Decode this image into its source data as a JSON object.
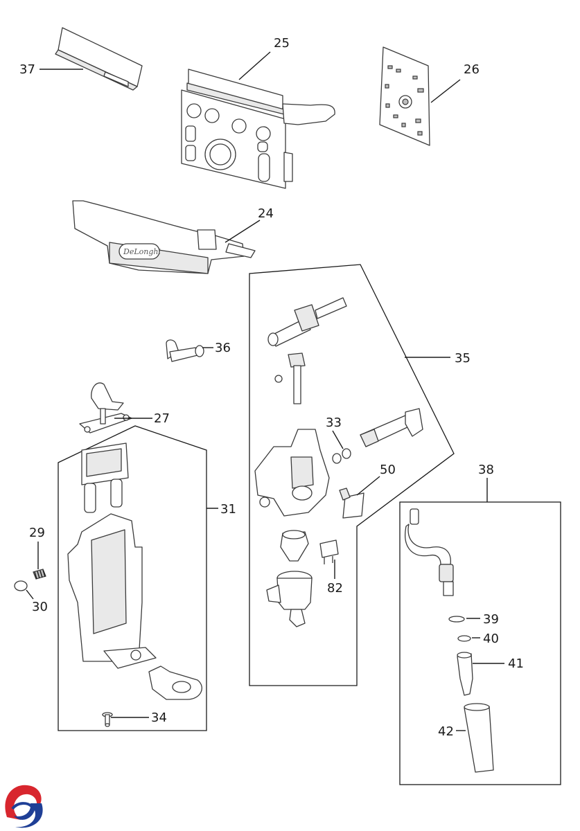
{
  "brand_text": "DeLonghi",
  "logo_colors": {
    "red": "#d8262e",
    "blue": "#1f3f96"
  },
  "labels": {
    "p37": "37",
    "p25": "25",
    "p26": "26",
    "p24": "24",
    "p35": "35",
    "p36": "36",
    "p27": "27",
    "p33": "33",
    "p31": "31",
    "p50": "50",
    "p38": "38",
    "p29": "29",
    "p30": "30",
    "p82": "82",
    "p39": "39",
    "p40": "40",
    "p41": "41",
    "p34": "34",
    "p42": "42"
  }
}
